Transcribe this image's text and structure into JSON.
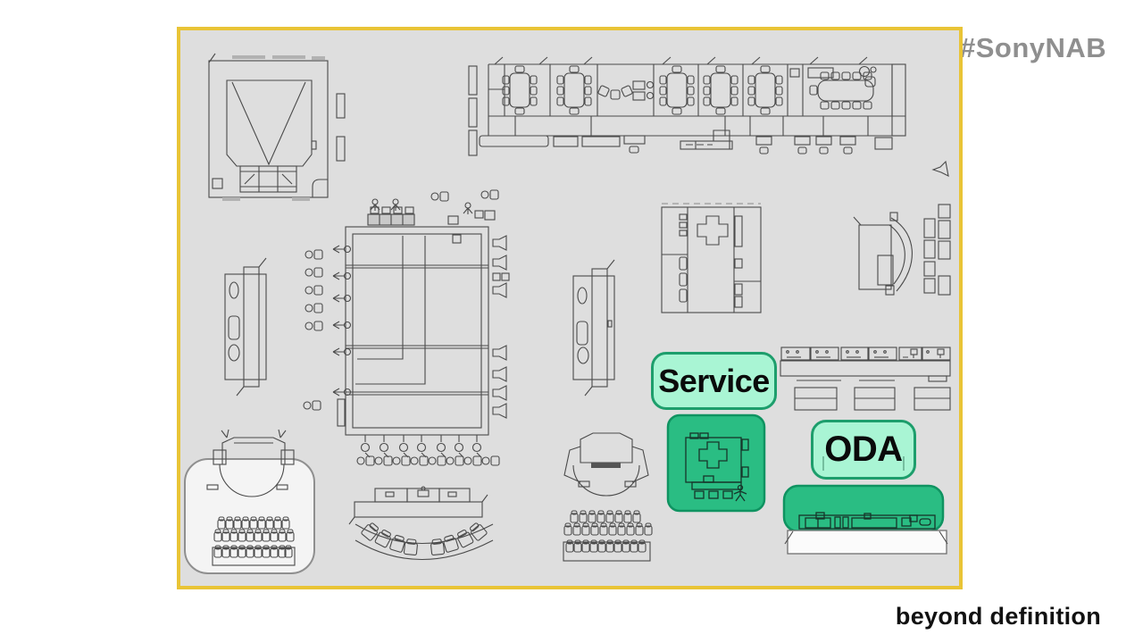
{
  "header": {
    "hashtag": "#SonyNAB"
  },
  "footer": {
    "tagline": "beyond definition"
  },
  "floorplan": {
    "labels": {
      "service": "Service",
      "oda": "ODA"
    }
  },
  "colors": {
    "accent_border": "#e9c436",
    "plan_bg": "#dedede",
    "line": "#4a4a4a",
    "mint": "#a9f5d4",
    "mint_border": "#1d9e6c",
    "emerald": "#2abd83",
    "emerald_border": "#0f9361",
    "hashtag_gray": "#8f8f8f",
    "tagline_color": "#111111"
  }
}
